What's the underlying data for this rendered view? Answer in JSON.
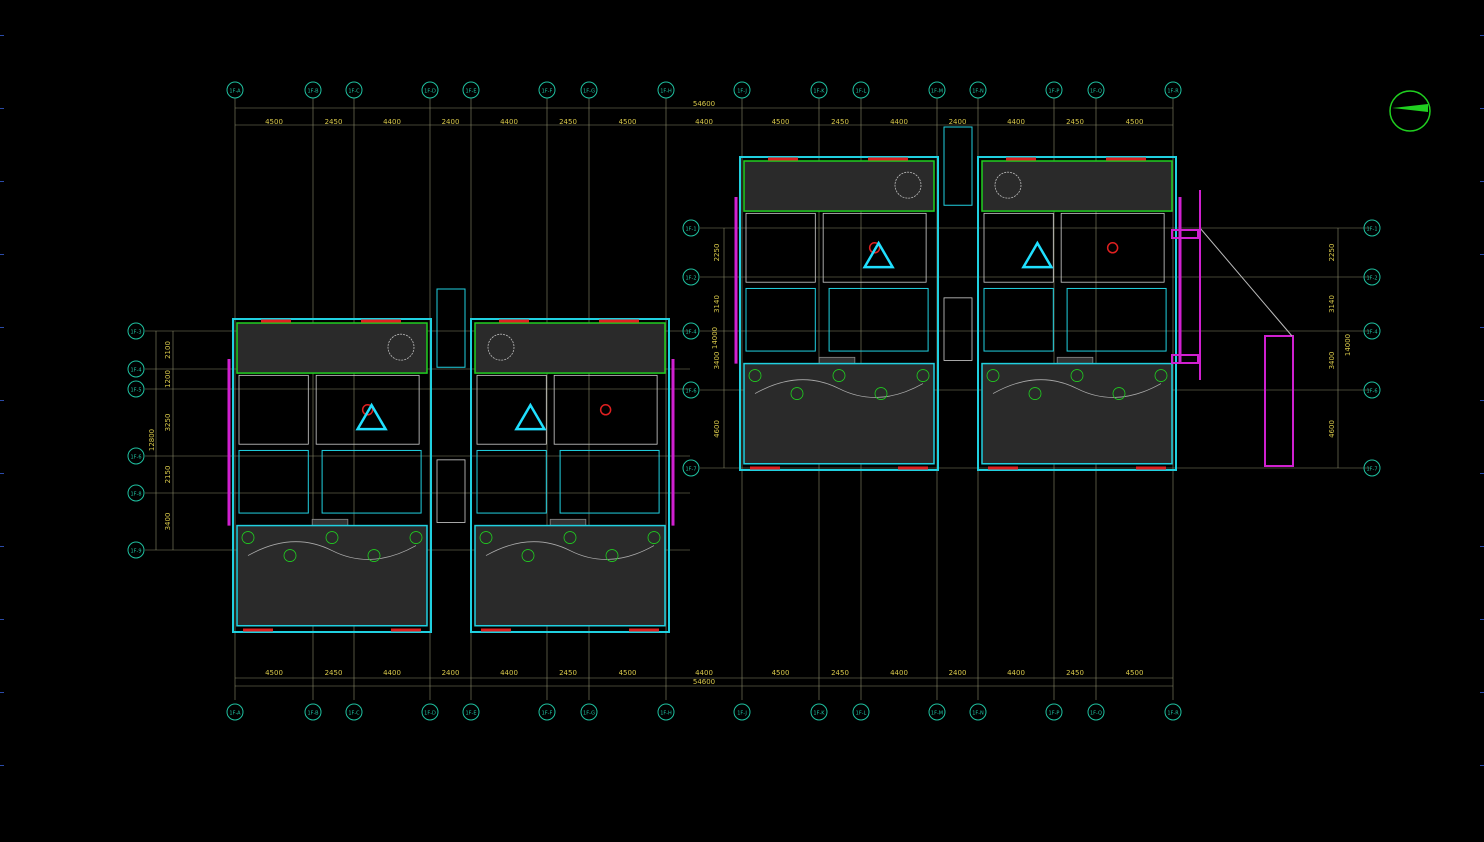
{
  "drawing": {
    "total_dimension": "54600",
    "top_dims": [
      "4500",
      "2450",
      "4400",
      "2400",
      "4400",
      "2450",
      "4500",
      "4400",
      "4500",
      "2450",
      "4400",
      "2400",
      "4400",
      "2450",
      "4500"
    ],
    "bottom_dims": [
      "4500",
      "2450",
      "4400",
      "2400",
      "4400",
      "2450",
      "4500",
      "4400",
      "4500",
      "2450",
      "4400",
      "2400",
      "4400",
      "2450",
      "4500"
    ],
    "left_dims": [
      "2100",
      "1200",
      "3250",
      "2150",
      "3400"
    ],
    "left_total": "12800",
    "right_dims_a": [
      "2250",
      "3140",
      "3400",
      "4600"
    ],
    "right_total": "14000",
    "grid_top": [
      "1F-A",
      "1F-B",
      "1F-C",
      "1F-D",
      "1F-E",
      "1F-F",
      "1F-G",
      "1F-H",
      "1F-J",
      "1F-K",
      "1F-L",
      "1F-M",
      "1F-N",
      "1F-P",
      "1F-Q",
      "1F-R"
    ],
    "grid_bottom": [
      "1F-A",
      "1F-B",
      "1F-C",
      "1F-D",
      "1F-E",
      "1F-F",
      "1F-G",
      "1F-H",
      "1F-J",
      "1F-K",
      "1F-L",
      "1F-M",
      "1F-N",
      "1F-P",
      "1F-Q",
      "1F-R"
    ],
    "grid_left": [
      "1F-3",
      "1F-4",
      "1F-5",
      "1F-6",
      "1F-8",
      "1F-9"
    ],
    "grid_right_left": [
      "1F-1",
      "1F-2",
      "1F-4",
      "1F-6",
      "1F-7"
    ],
    "grid_right_right": [
      "1F-1",
      "1F-2",
      "1F-4",
      "1F-6",
      "1F-7"
    ],
    "colors": {
      "background": "#000000",
      "grid": "#8a8a6a",
      "dim_text": "#d8c84a",
      "bubble": "#1fc0a0",
      "wall_cyan": "#20d0e0",
      "wall_magenta": "#d020d0",
      "wall_green": "#20d020",
      "accent_red": "#e02020",
      "marker": "#20e0ff"
    },
    "markers": [
      "2020-1F-01",
      "2020-1F-02",
      "2020-1F-03",
      "2020-1F-04"
    ]
  }
}
